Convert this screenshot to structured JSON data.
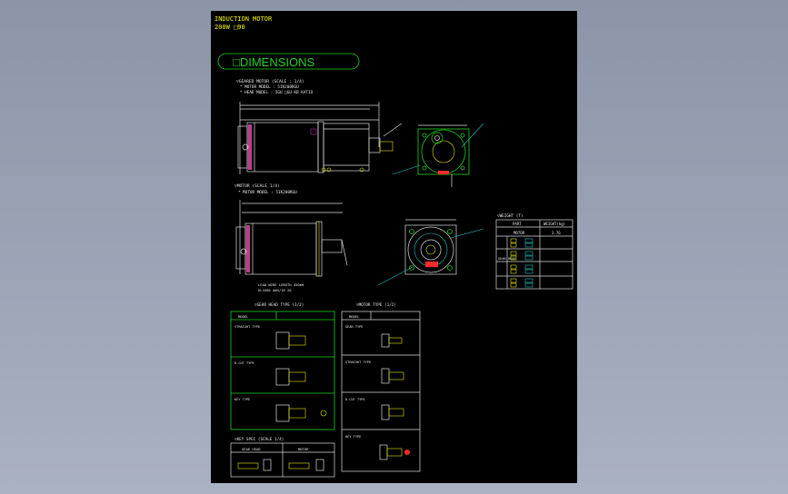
{
  "sheet": {
    "title_line1": "INDUCTION MOTOR",
    "title_line2": "200W □90",
    "heading": "□DIMENSIONS"
  },
  "geared_motor": {
    "title": "▽GEARED MOTOR (SCALE : 1/4)",
    "motor_model": "* MOTOR MODEL : 5IK200RGU",
    "head_model": "* HEAD MODEL : 5GU  □GU-KB  KATIO"
  },
  "motor_only": {
    "title": "▽MOTOR (SCALE 1/4)",
    "motor_model": "* MOTOR MODEL : 5IK200RGU",
    "lead_wire_note": "LEAD WIRE LENGTH 450mm",
    "lead_wire_note2": "UL3266 AWG/18 20"
  },
  "weight_table": {
    "title": "▽WEIGHT (T)",
    "headers": [
      "PART",
      "WEIGHT(kg)"
    ],
    "motor_label": "MOTOR",
    "motor_value": "3.76",
    "gear_head_label": "GEAR HEAD"
  },
  "gear_head_table": {
    "title": "▽GEAR HEAD TYPE (1/2)",
    "model_label": "MODEL",
    "rows": [
      "STRAIGHT TYPE",
      "D-CUT TYPE",
      "KEY TYPE"
    ]
  },
  "motor_table": {
    "title": "▽MOTOR TYPE (1/2)",
    "model_label": "MODEL",
    "rows": [
      "GEAR TYPE",
      "STRAIGHT TYPE",
      "D-CUT TYPE",
      "KEY TYPE"
    ]
  },
  "key_spec": {
    "title": "▽KEY SPEC (SCALE 1/4)",
    "cols": [
      "GEAR HEAD",
      "MOTOR"
    ]
  }
}
